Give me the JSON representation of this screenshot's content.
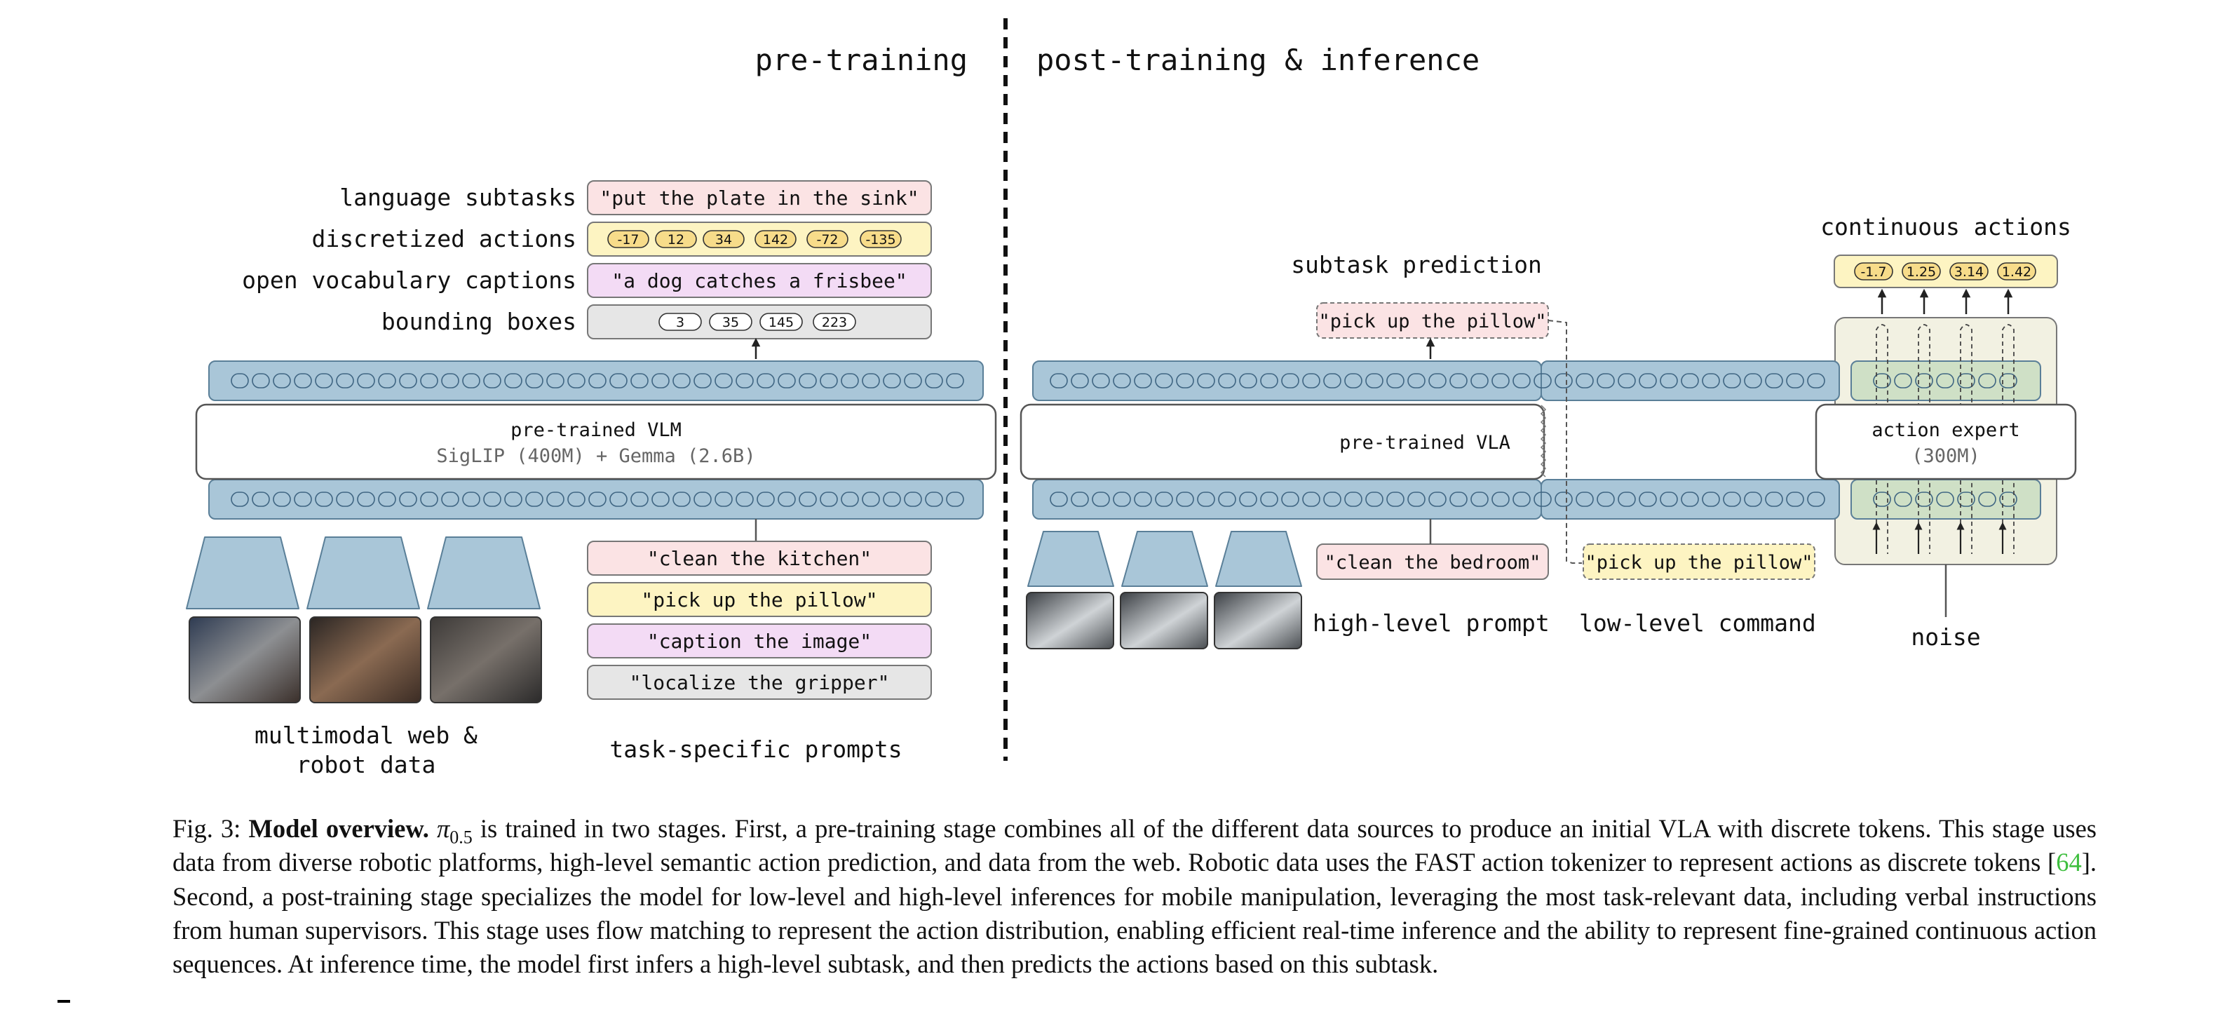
{
  "headings": {
    "pretraining": "pre-training",
    "posttraining": "post-training & inference"
  },
  "left": {
    "output_labels": [
      "language subtasks",
      "discretized actions",
      "open vocabulary captions",
      "bounding boxes"
    ],
    "output_texts": {
      "subtask": "\"put the plate in the sink\"",
      "caption": "\"a dog catches a frisbee\""
    },
    "action_tokens": [
      "-17",
      "12",
      "34",
      "142",
      "-72",
      "-135"
    ],
    "bbox_tokens": [
      "3",
      "35",
      "145",
      "223"
    ],
    "vlm_title": "pre-trained VLM",
    "vlm_subtitle": "SigLIP (400M) + Gemma (2.6B)",
    "prompts": [
      "\"clean the kitchen\"",
      "\"pick up the pillow\"",
      "\"caption the image\"",
      "\"localize the gripper\""
    ],
    "data_label_1": "multimodal web &",
    "data_label_2": "robot data",
    "prompts_label": "task-specific prompts"
  },
  "right": {
    "subtask_label": "subtask prediction",
    "subtask_text": "\"pick up the pillow\"",
    "continuous_label": "continuous actions",
    "continuous_tokens": [
      "-1.7",
      "1.25",
      "3.14",
      "1.42"
    ],
    "vla_title": "pre-trained VLA",
    "expert_title": "action expert",
    "expert_subtitle": "(300M)",
    "hl_prompt": "\"clean the bedroom\"",
    "hl_label": "high-level prompt",
    "ll_command": "\"pick up the pillow\"",
    "ll_label": "low-level command",
    "noise_label": "noise"
  },
  "caption": {
    "fig": "Fig. 3: ",
    "title": "Model overview.",
    "pi": "π",
    "pi_sub": "0.5",
    "part1": " is trained in two stages. First, a pre-training stage combines all of the different data sources to produce an initial VLA with discrete tokens. This stage uses data from diverse robotic platforms, high-level semantic action prediction, and data from the web. Robotic data uses the FAST action tokenizer to represent actions as discrete tokens [",
    "ref": "64",
    "part2": "]. Second, a post-training stage specializes the model for low-level and high-level inferences for mobile manipulation, leveraging the most task-relevant data, including verbal instructions from human supervisors. This stage uses flow matching to represent the action distribution, enabling efficient real-time inference and the ability to represent fine-grained continuous action sequences. At inference time, the model first infers a high-level subtask, and then predicts the actions based on this subtask."
  },
  "colors": {
    "vlm_blue": "#a9c6d8",
    "blue_stroke": "#5a7f98",
    "pink": "#fbe3e4",
    "yellow": "#fdf4c2",
    "purple": "#f3dbf5",
    "gray": "#e6e6e6",
    "expert_bg": "#f2f1e2",
    "expert_green": "#cfe0c6",
    "accent_green": "#3fbf3f"
  }
}
